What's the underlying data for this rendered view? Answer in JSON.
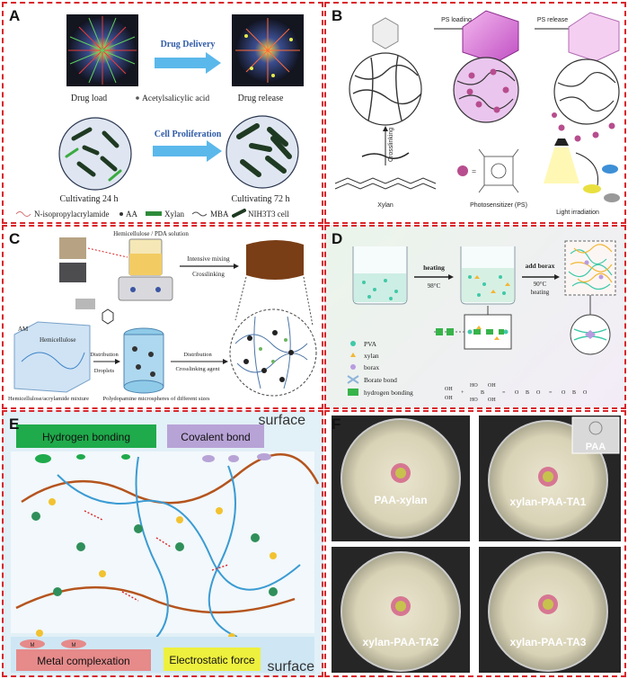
{
  "panelA": {
    "label": "A",
    "drug_delivery": "Drug Delivery",
    "drug_load": "Drug load",
    "acetylsalicylic": "Acetylsalicylic acid",
    "drug_release": "Drug release",
    "cell_proliferation": "Cell Proliferation",
    "cultivating_24": "Cultivating 24 h",
    "cultivating_72": "Cultivating 72 h",
    "legend": [
      "N-isopropylacrylamide",
      "AA",
      "Xylan",
      "MBA",
      "NIH3T3 cell"
    ]
  },
  "panelB": {
    "label": "B",
    "ps_loading": "PS loading",
    "ps_release": "PS release",
    "crosslinking": "Crosslinking",
    "xylan": "Xylan",
    "photosensitizer": "Photosensitizer (PS)",
    "light_irradiation": "Light irradiation"
  },
  "panelC": {
    "label": "C",
    "solution": "Hemicellulose / PDA solution",
    "intensive_mixing": "Intensive mixing",
    "crosslinking": "Crosslinking",
    "pda": "PDA",
    "am": "AM",
    "hemicellulose": "Hemicellulose",
    "distribution": "Distribution",
    "droplets": "Droplets",
    "distribution2": "Distribution",
    "crosslinking_agent": "Crosslinking agent",
    "mixture": "Hemicellulose/acrylamide mixture",
    "microspheres": "Polydopamine microspheres of different sizes"
  },
  "panelD": {
    "label": "D",
    "heating": "heating",
    "temp1": "98°C",
    "add_borax": "add borax",
    "temp2": "90°C",
    "heating2": "heating",
    "legend": [
      "PVA",
      "xylan",
      "borax",
      "Borate bond",
      "hydrogen bonding"
    ],
    "colors": {
      "pva": "#3fc9a8",
      "xylan": "#f2b733",
      "borax": "#b99be0",
      "borate": "#8fb4d9",
      "hbond": "#37b34a"
    }
  },
  "panelE": {
    "label": "E",
    "surface_top": "surface",
    "hydrogen_bonding": "Hydrogen bonding",
    "covalent_bond": "Covalent bond",
    "metal_complexation": "Metal complexation",
    "electrostatic_force": "Electrostatic force",
    "surface_bottom": "surface",
    "metal1": "M",
    "metal2": "M",
    "colors": {
      "hbond": "#1faa4b",
      "covalent": "#b8a3d6",
      "metal": "#e68a8a",
      "electro": "#eef03e"
    }
  },
  "panelF": {
    "label": "F",
    "dishes": [
      "PAA-xylan",
      "xylan-PAA-TA1",
      "xylan-PAA-TA2",
      "xylan-PAA-TA3"
    ],
    "inset": "PAA"
  }
}
